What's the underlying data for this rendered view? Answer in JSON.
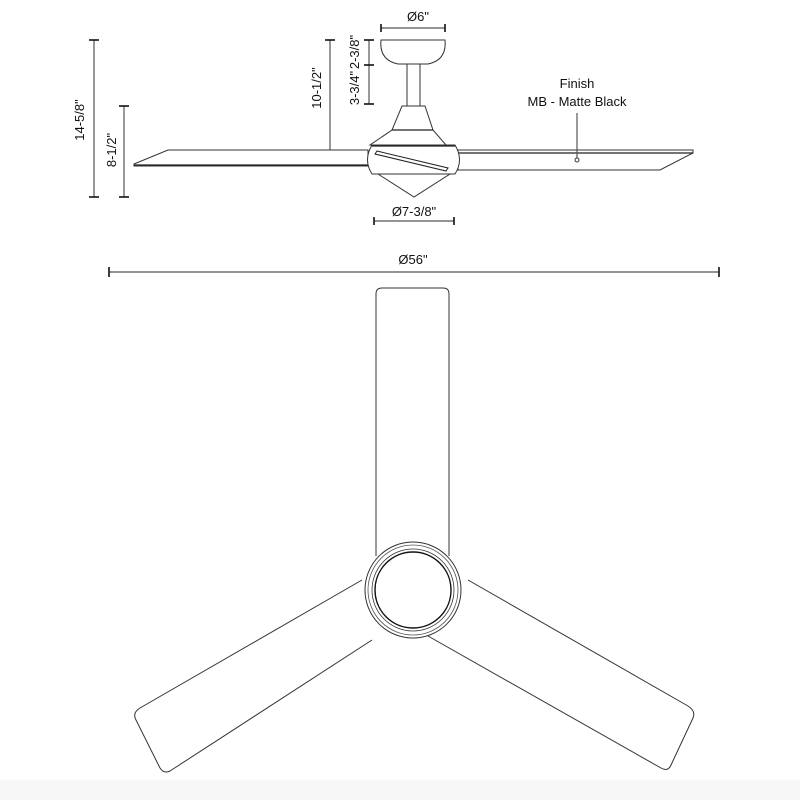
{
  "diagram": {
    "title": "Ceiling fan dimension drawing",
    "side_view": {
      "dimensions": {
        "overall_height": "14-5/8\"",
        "blade_height": "8-1/2\"",
        "ceiling_to_blade": "10-1/2\"",
        "canopy_height": "2-3/8\"",
        "downrod_length": "3-3/4\"",
        "canopy_diameter": "Ø6\"",
        "motor_diameter": "Ø7-3/8\""
      },
      "callout": {
        "line1": "Finish",
        "line2": "MB - Matte Black"
      }
    },
    "top_view": {
      "span_label": "Ø56\"",
      "blade_count": 3
    }
  }
}
